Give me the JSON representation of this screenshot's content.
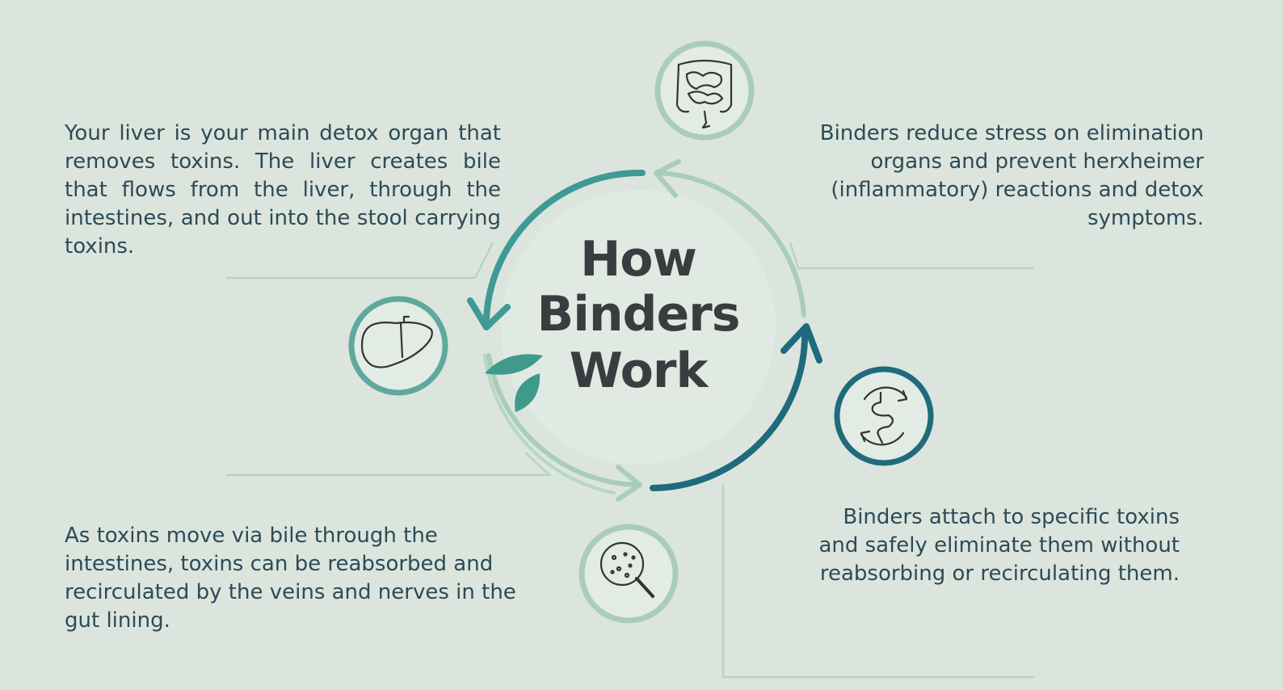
{
  "title": {
    "line1": "How",
    "line2": "Binders",
    "line3": "Work"
  },
  "paragraphs": {
    "liver": "Your liver is your main detox organ that removes toxins. The liver creates bile that flows from the liver, through the intestines, and out into the stool carrying toxins.",
    "reduce_stress": "Binders reduce stress on elimination organs and prevent herxheimer (inflammatory) reactions and detox symptoms.",
    "reabsorb": "As toxins move via bile through the intestines, toxins can be reabsorbed and recirculated by the veins and nerves in the gut lining.",
    "attach": "Binders attach to specific toxins and safely eliminate them without reabsorbing or recirculating them."
  },
  "icons": {
    "top": "intestines-icon",
    "left": "liver-icon",
    "right": "gut-cycle-icon",
    "bottom": "magnifier-microbes-icon"
  },
  "colors": {
    "background": "#dbe5dd",
    "text": "#2d4a57",
    "title": "#3a3d40",
    "teal_dark": "#1f6a7c",
    "teal_mid": "#3f9a95",
    "mint": "#a9cdb9",
    "leaf": "#3f9a8c"
  }
}
